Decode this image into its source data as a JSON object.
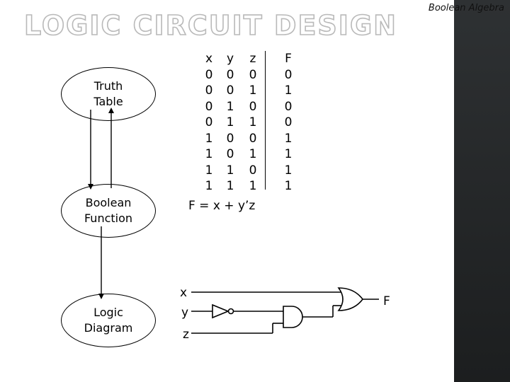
{
  "header": {
    "corner_label": "Boolean Algebra",
    "title": "LOGIC CIRCUIT DESIGN"
  },
  "flow": {
    "nodes": [
      {
        "label": "Truth\nTable"
      },
      {
        "label": "Boolean\nFunction"
      },
      {
        "label": "Logic\nDiagram"
      }
    ]
  },
  "truth_table": {
    "columns": [
      {
        "header": "x",
        "values": [
          "0",
          "0",
          "0",
          "0",
          "1",
          "1",
          "1",
          "1"
        ]
      },
      {
        "header": "y",
        "values": [
          "0",
          "0",
          "1",
          "1",
          "0",
          "0",
          "1",
          "1"
        ]
      },
      {
        "header": "z",
        "values": [
          "0",
          "1",
          "0",
          "1",
          "0",
          "1",
          "0",
          "1"
        ]
      },
      {
        "header": "F",
        "values": [
          "0",
          "1",
          "0",
          "0",
          "1",
          "1",
          "1",
          "1"
        ]
      }
    ]
  },
  "equation": "F = x + y’z",
  "circuit": {
    "inputs": {
      "x": "x",
      "y": "y",
      "z": "z"
    },
    "output": "F",
    "gates": [
      "not-gate",
      "and-gate",
      "or-gate"
    ]
  },
  "colors": {
    "strip": "#2e3133",
    "title_outline": "#b9b9b9",
    "line": "#000000"
  }
}
